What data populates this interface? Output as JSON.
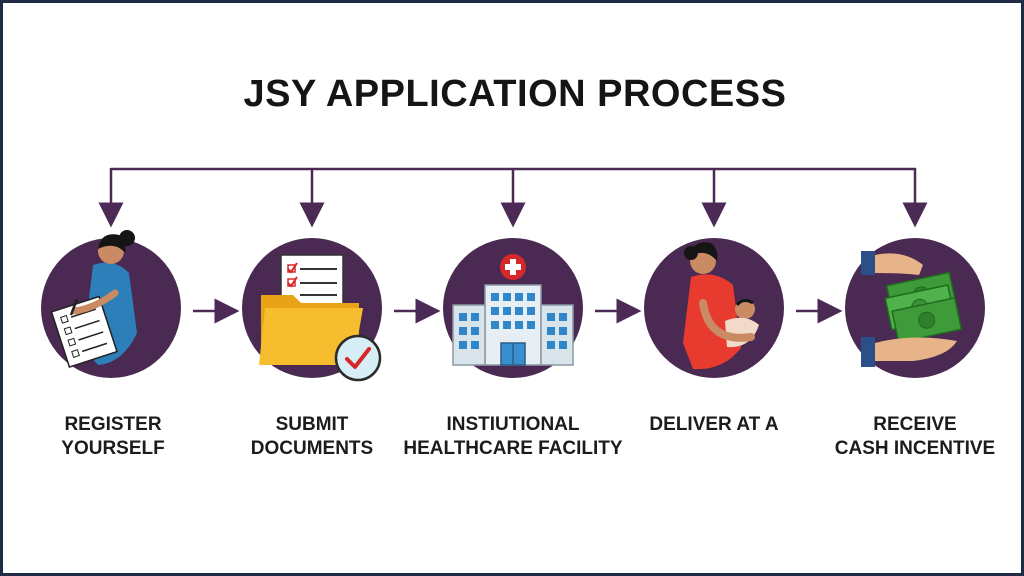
{
  "title": "JSY APPLICATION PROCESS",
  "colors": {
    "circle": "#4a2a52",
    "connector": "#4b2b56",
    "title": "#151515",
    "label": "#1c1c1c"
  },
  "steps": [
    {
      "icon": "woman-filling-form-icon",
      "label_lines": [
        "REGISTER",
        "YOURSELF"
      ]
    },
    {
      "icon": "document-folder-check-icon",
      "label_lines": [
        "SUBMIT",
        "DOCUMENTS"
      ]
    },
    {
      "icon": "hospital-building-icon",
      "label_lines": [
        "INSTIUTIONAL",
        "HEALTHCARE FACILITY"
      ]
    },
    {
      "icon": "mother-with-newborn-icon",
      "label_lines": [
        "DELIVER AT A"
      ]
    },
    {
      "icon": "cash-in-hand-icon",
      "label_lines": [
        "RECEIVE",
        "CASH INCENTIVE"
      ]
    }
  ]
}
